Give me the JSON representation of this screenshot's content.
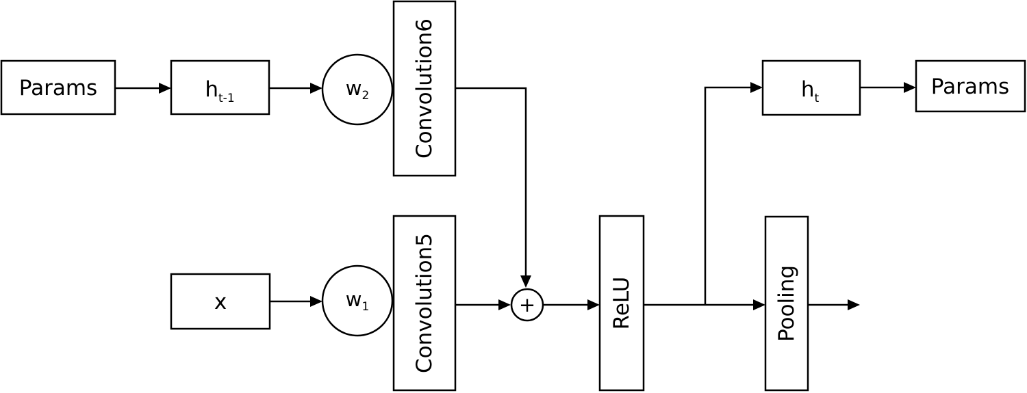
{
  "nodes": {
    "params_in": "Params",
    "h_prev": {
      "base": "h",
      "sub": "t-1"
    },
    "w2": {
      "base": "w",
      "sub": "2"
    },
    "conv6": "Convolution6",
    "x_in": "x",
    "w1": {
      "base": "w",
      "sub": "1"
    },
    "conv5": "Convolution5",
    "sum": "+",
    "relu": "ReLU",
    "h_t": {
      "base": "h",
      "sub": "t"
    },
    "params_out": "Params",
    "pooling": "Pooling"
  },
  "colors": {
    "stroke": "#000000",
    "background": "#ffffff"
  }
}
